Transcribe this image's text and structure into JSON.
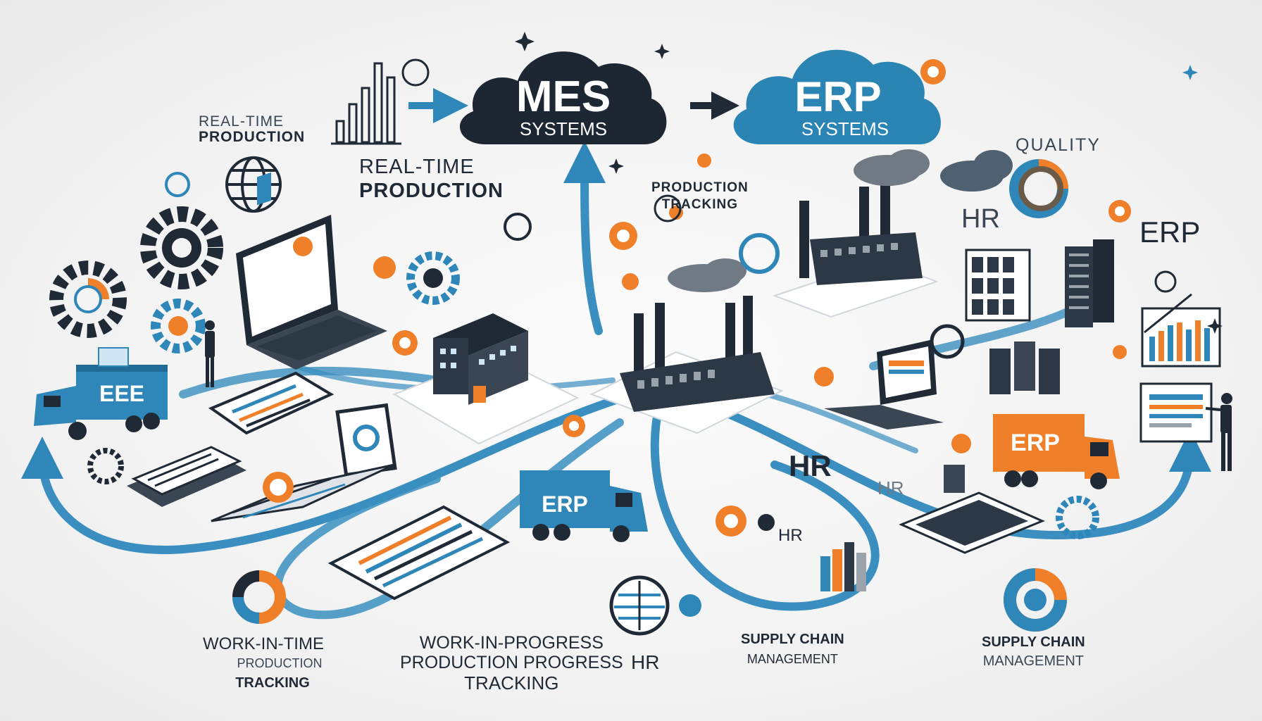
{
  "clouds": {
    "mes": {
      "title": "MES",
      "subtitle": "SYSTEMS"
    },
    "erp": {
      "title": "ERP",
      "subtitle": "SYSTEMS"
    }
  },
  "labels": {
    "realtime_small_1": "REAL-TIME",
    "realtime_small_2": "PRODUCTION",
    "realtime_big_1": "REAL-TIME",
    "realtime_big_2": "PRODUCTION",
    "prod_tracking_1": "PRODUCTION",
    "prod_tracking_2": "TRACKING",
    "quality": "QUALITY",
    "hr_top": "HR",
    "erp_right": "ERP",
    "hr_mid": "HR",
    "hr_mid_light": "HR",
    "hr_small": "HR",
    "hr_bottom": "HR",
    "wit_1": "WORK-IN-TIME",
    "wit_2": "PRODUCTION",
    "wit_3": "TRACKING",
    "wip_1": "WORK-IN-PROGRESS",
    "wip_2": "PRODUCTION PROGRESS",
    "wip_3": "TRACKING",
    "scm_mid_1": "SUPPLY CHAIN",
    "scm_mid_2": "MANAGEMENT",
    "scm_right_1": "SUPPLY CHAIN",
    "scm_right_2": "MANAGEMENT"
  },
  "trucks": {
    "left": "EEE",
    "center": "ERP",
    "right": "ERP"
  },
  "colors": {
    "navy": "#1f2a36",
    "blue": "#2f86b8",
    "light_blue": "#6bb3da",
    "orange": "#f07f2a",
    "cloud_dark": "#1c2733",
    "cloud_blue": "#2a85b5",
    "gray": "#9aa3ab"
  }
}
